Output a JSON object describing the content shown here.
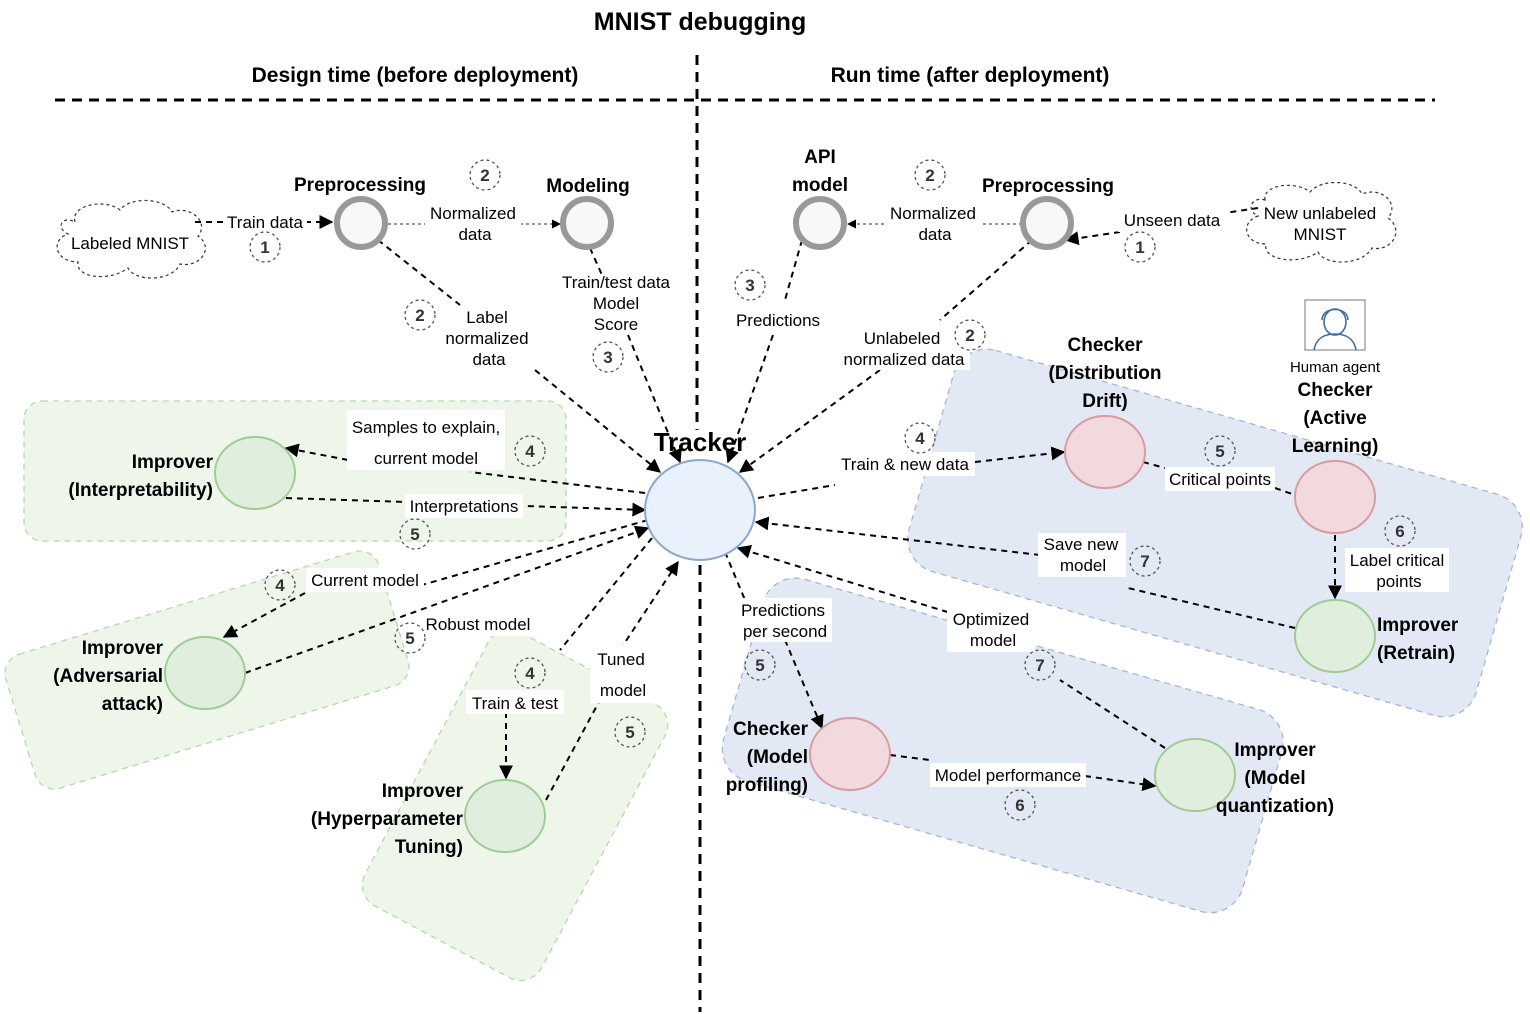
{
  "title": "MNIST debugging",
  "sections": {
    "design": "Design time (before deployment)",
    "run": "Run time (after deployment)"
  },
  "tracker": "Tracker",
  "clouds": {
    "labeled": "Labeled MNIST",
    "unlabeled": [
      "New unlabeled",
      "MNIST"
    ]
  },
  "nodes": {
    "preprocessing_left": "Preprocessing",
    "modeling": "Modeling",
    "api_model": [
      "API",
      "model"
    ],
    "preprocessing_right": "Preprocessing",
    "imp_interpret": [
      "Improver",
      "(Interpretability)"
    ],
    "imp_adv": [
      "Improver",
      "(Adversarial",
      "attack)"
    ],
    "imp_hyper": [
      "Improver",
      "(Hyperparameter",
      "Tuning)"
    ],
    "chk_drift": [
      "Checker",
      "(Distribution",
      "Drift)"
    ],
    "chk_active": [
      "Checker",
      "(Active",
      "Learning)"
    ],
    "imp_retrain": [
      "Improver",
      "(Retrain)"
    ],
    "chk_profiling": [
      "Checker",
      "(Model",
      "profiling)"
    ],
    "imp_quant": [
      "Improver",
      "(Model",
      "quantization)"
    ],
    "human_agent": "Human agent"
  },
  "edge_labels": {
    "train_data": "Train data",
    "normalized_data_left": [
      "Normalized",
      "data"
    ],
    "label_normalized": [
      "Label",
      "normalized",
      "data"
    ],
    "train_test_model_score": [
      "Train/test data",
      "Model",
      "Score"
    ],
    "normalized_data_right": [
      "Normalized",
      "data"
    ],
    "unseen_data": "Unseen data",
    "predictions": "Predictions",
    "unlabeled_normalized": [
      "Unlabeled",
      "normalized data"
    ],
    "samples_explain": [
      "Samples to explain,",
      "current model"
    ],
    "interpretations": "Interpretations",
    "current_model": "Current model",
    "robust_model": "Robust model",
    "train_test": "Train & test",
    "tuned_model": [
      "Tuned",
      "model"
    ],
    "train_new_data": "Train & new data",
    "critical_points": "Critical points",
    "label_critical": [
      "Label critical",
      "points"
    ],
    "save_new_model": [
      "Save new",
      "model"
    ],
    "predictions_per_second": [
      "Predictions",
      "per second"
    ],
    "optimized_model": [
      "Optimized",
      "model"
    ],
    "model_performance": "Model performance"
  },
  "step_numbers": {
    "s_train": "1",
    "s_norm_l": "2",
    "s_label_norm": "2",
    "s_modeling": "3",
    "s_norm_r": "2",
    "s_unseen": "1",
    "s_pred": "3",
    "s_unlab": "2",
    "s_samples": "4",
    "s_interp": "5",
    "s_current": "4",
    "s_robust": "5",
    "s_traintest": "4",
    "s_tuned": "5",
    "s_trainnew": "4",
    "s_critical": "5",
    "s_labelcrit": "6",
    "s_savenew": "7",
    "s_predsec": "5",
    "s_optim": "7",
    "s_perf": "6"
  },
  "colors": {
    "green_region": "#eef6ea",
    "blue_region": "#e2e9f5",
    "green_node": "#dfeedd",
    "red_node": "#f1d9dd",
    "tracker_fill": "#e9f1fc",
    "gray_ring": "#999999"
  }
}
